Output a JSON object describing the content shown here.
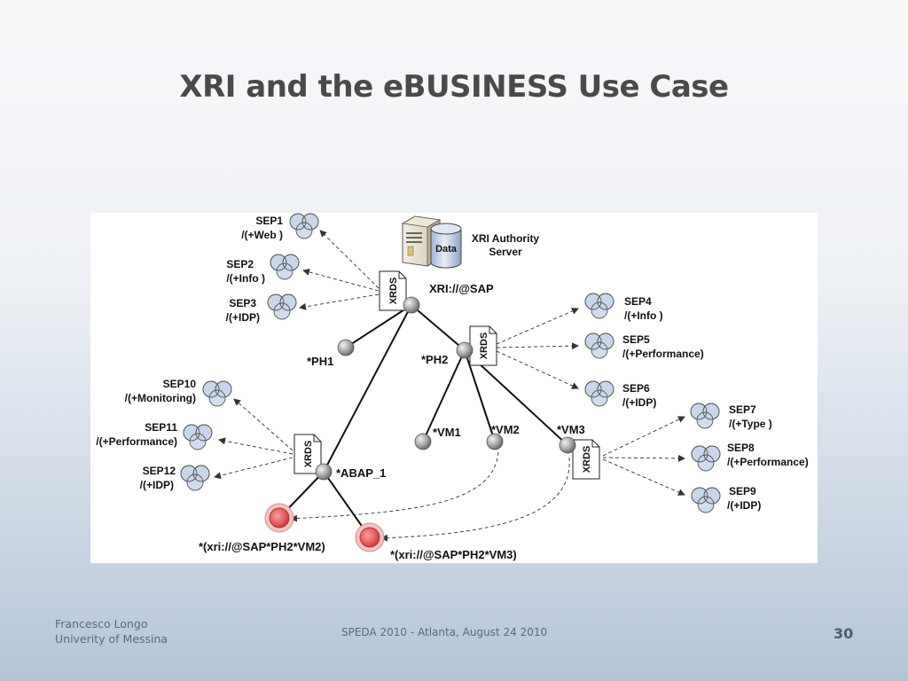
{
  "title": "XRI and the eBUSINESS Use Case",
  "footer": {
    "author_line1": "Francesco Longo",
    "author_line2": "Univerity of Messina",
    "event": "SPEDA 2010 - Atlanta, August 24 2010",
    "page": "30"
  },
  "diagram": {
    "server": {
      "data_label": "Data",
      "label_line1": "XRI Authority",
      "label_line2": "Server"
    },
    "doc_label": "XRDS",
    "nodes": {
      "root": "XRI://@SAP",
      "ph1": "*PH1",
      "ph2": "*PH2",
      "vm1": "*VM1",
      "vm2": "*VM2",
      "vm3": "*VM3",
      "abap": "*ABAP_1",
      "ref_vm2": "*(xri://@SAP*PH2*VM2)",
      "ref_vm3": "*(xri://@SAP*PH2*VM3)"
    },
    "seps": [
      {
        "name": "SEP1",
        "type": "/(+Web )"
      },
      {
        "name": "SEP2",
        "type": "/(+Info )"
      },
      {
        "name": "SEP3",
        "type": "/(+IDP)"
      },
      {
        "name": "SEP4",
        "type": "/(+Info )"
      },
      {
        "name": "SEP5",
        "type": "/(+Performance)"
      },
      {
        "name": "SEP6",
        "type": "/(+IDP)"
      },
      {
        "name": "SEP7",
        "type": "/(+Type )"
      },
      {
        "name": "SEP8",
        "type": "/(+Performance)"
      },
      {
        "name": "SEP9",
        "type": "/(+IDP)"
      },
      {
        "name": "SEP10",
        "type": "/(+Monitoring)"
      },
      {
        "name": "SEP11",
        "type": "/(+Performance)"
      },
      {
        "name": "SEP12",
        "type": "/(+IDP)"
      }
    ]
  }
}
